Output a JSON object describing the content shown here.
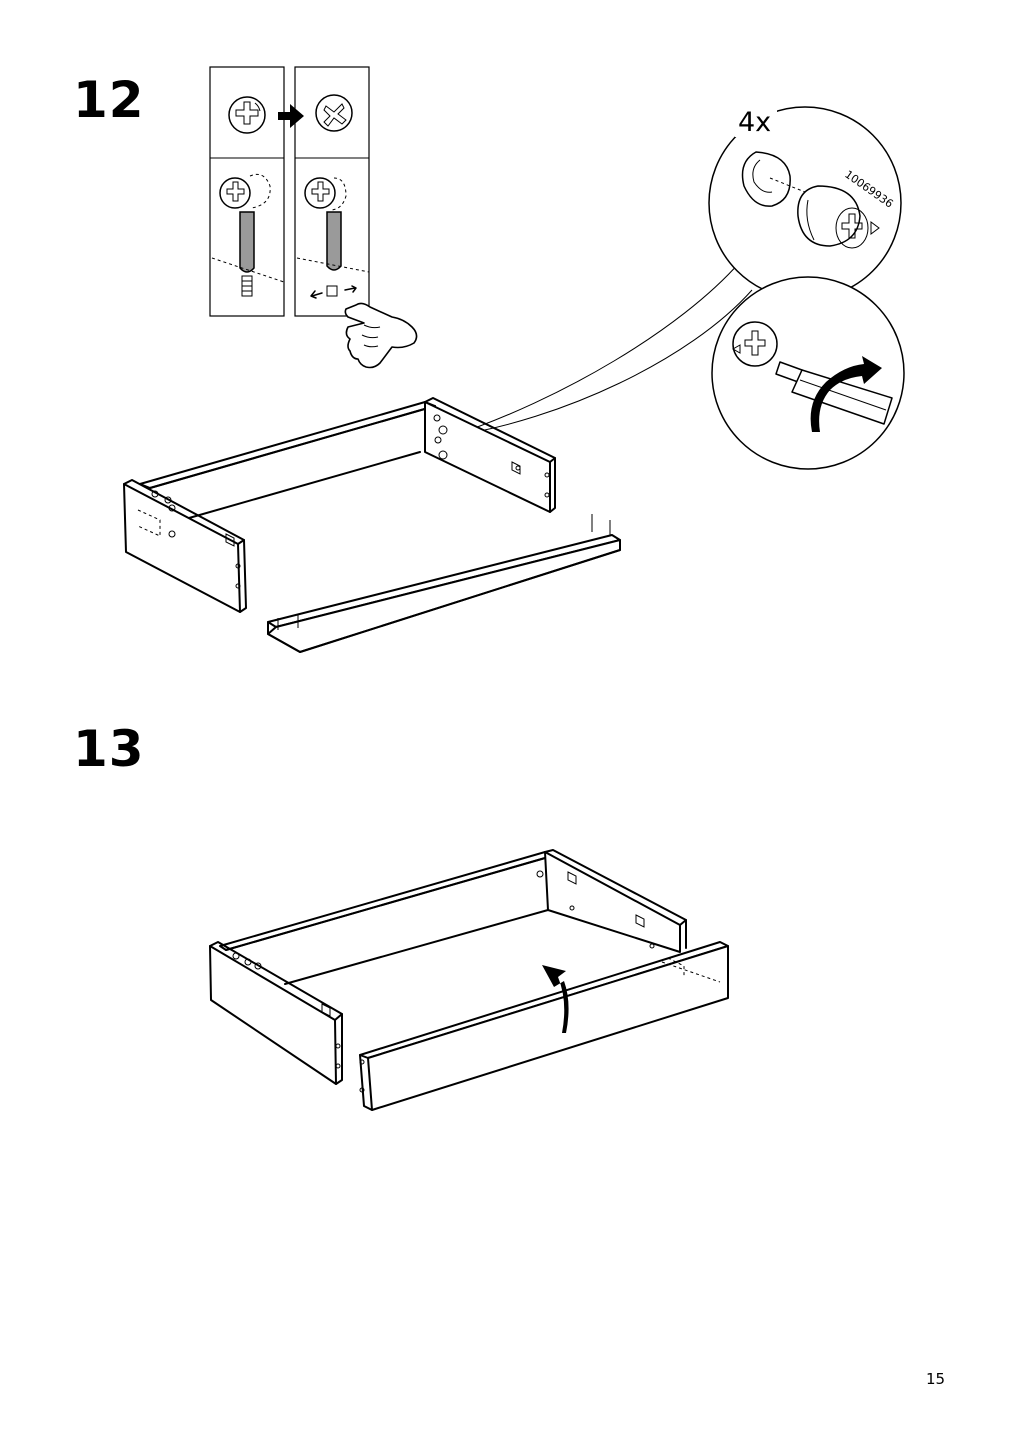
{
  "steps": [
    {
      "number": "12"
    },
    {
      "number": "13"
    }
  ],
  "callout": {
    "quantity": "4x",
    "part_number": "10069936"
  },
  "page": {
    "number": "15"
  },
  "icons": {
    "cam_lock": "cam-lock-icon",
    "arrow": "arrow-right-icon",
    "hand": "pointing-hand-icon",
    "screwdriver": "screwdriver-icon",
    "rotation": "rotation-arrow-icon"
  }
}
